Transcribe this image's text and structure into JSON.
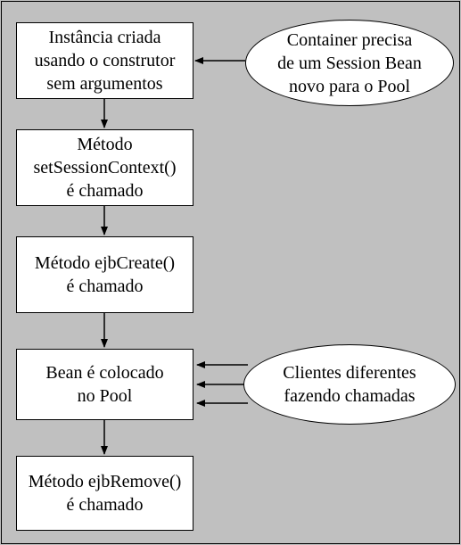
{
  "boxes": {
    "b1": [
      "Instância criada",
      "usando o construtor",
      "sem argumentos"
    ],
    "b2": [
      "Método",
      "setSessionContext()",
      "é chamado"
    ],
    "b3": [
      "Método ejbCreate()",
      "é chamado"
    ],
    "b4": [
      "Bean é colocado",
      "no Pool"
    ],
    "b5": [
      "Método ejbRemove()",
      "é chamado"
    ]
  },
  "ellipses": {
    "e1": [
      "Container precisa",
      "de um Session Bean",
      "novo para o Pool"
    ],
    "e2": [
      "Clientes diferentes",
      "fazendo chamadas"
    ]
  }
}
